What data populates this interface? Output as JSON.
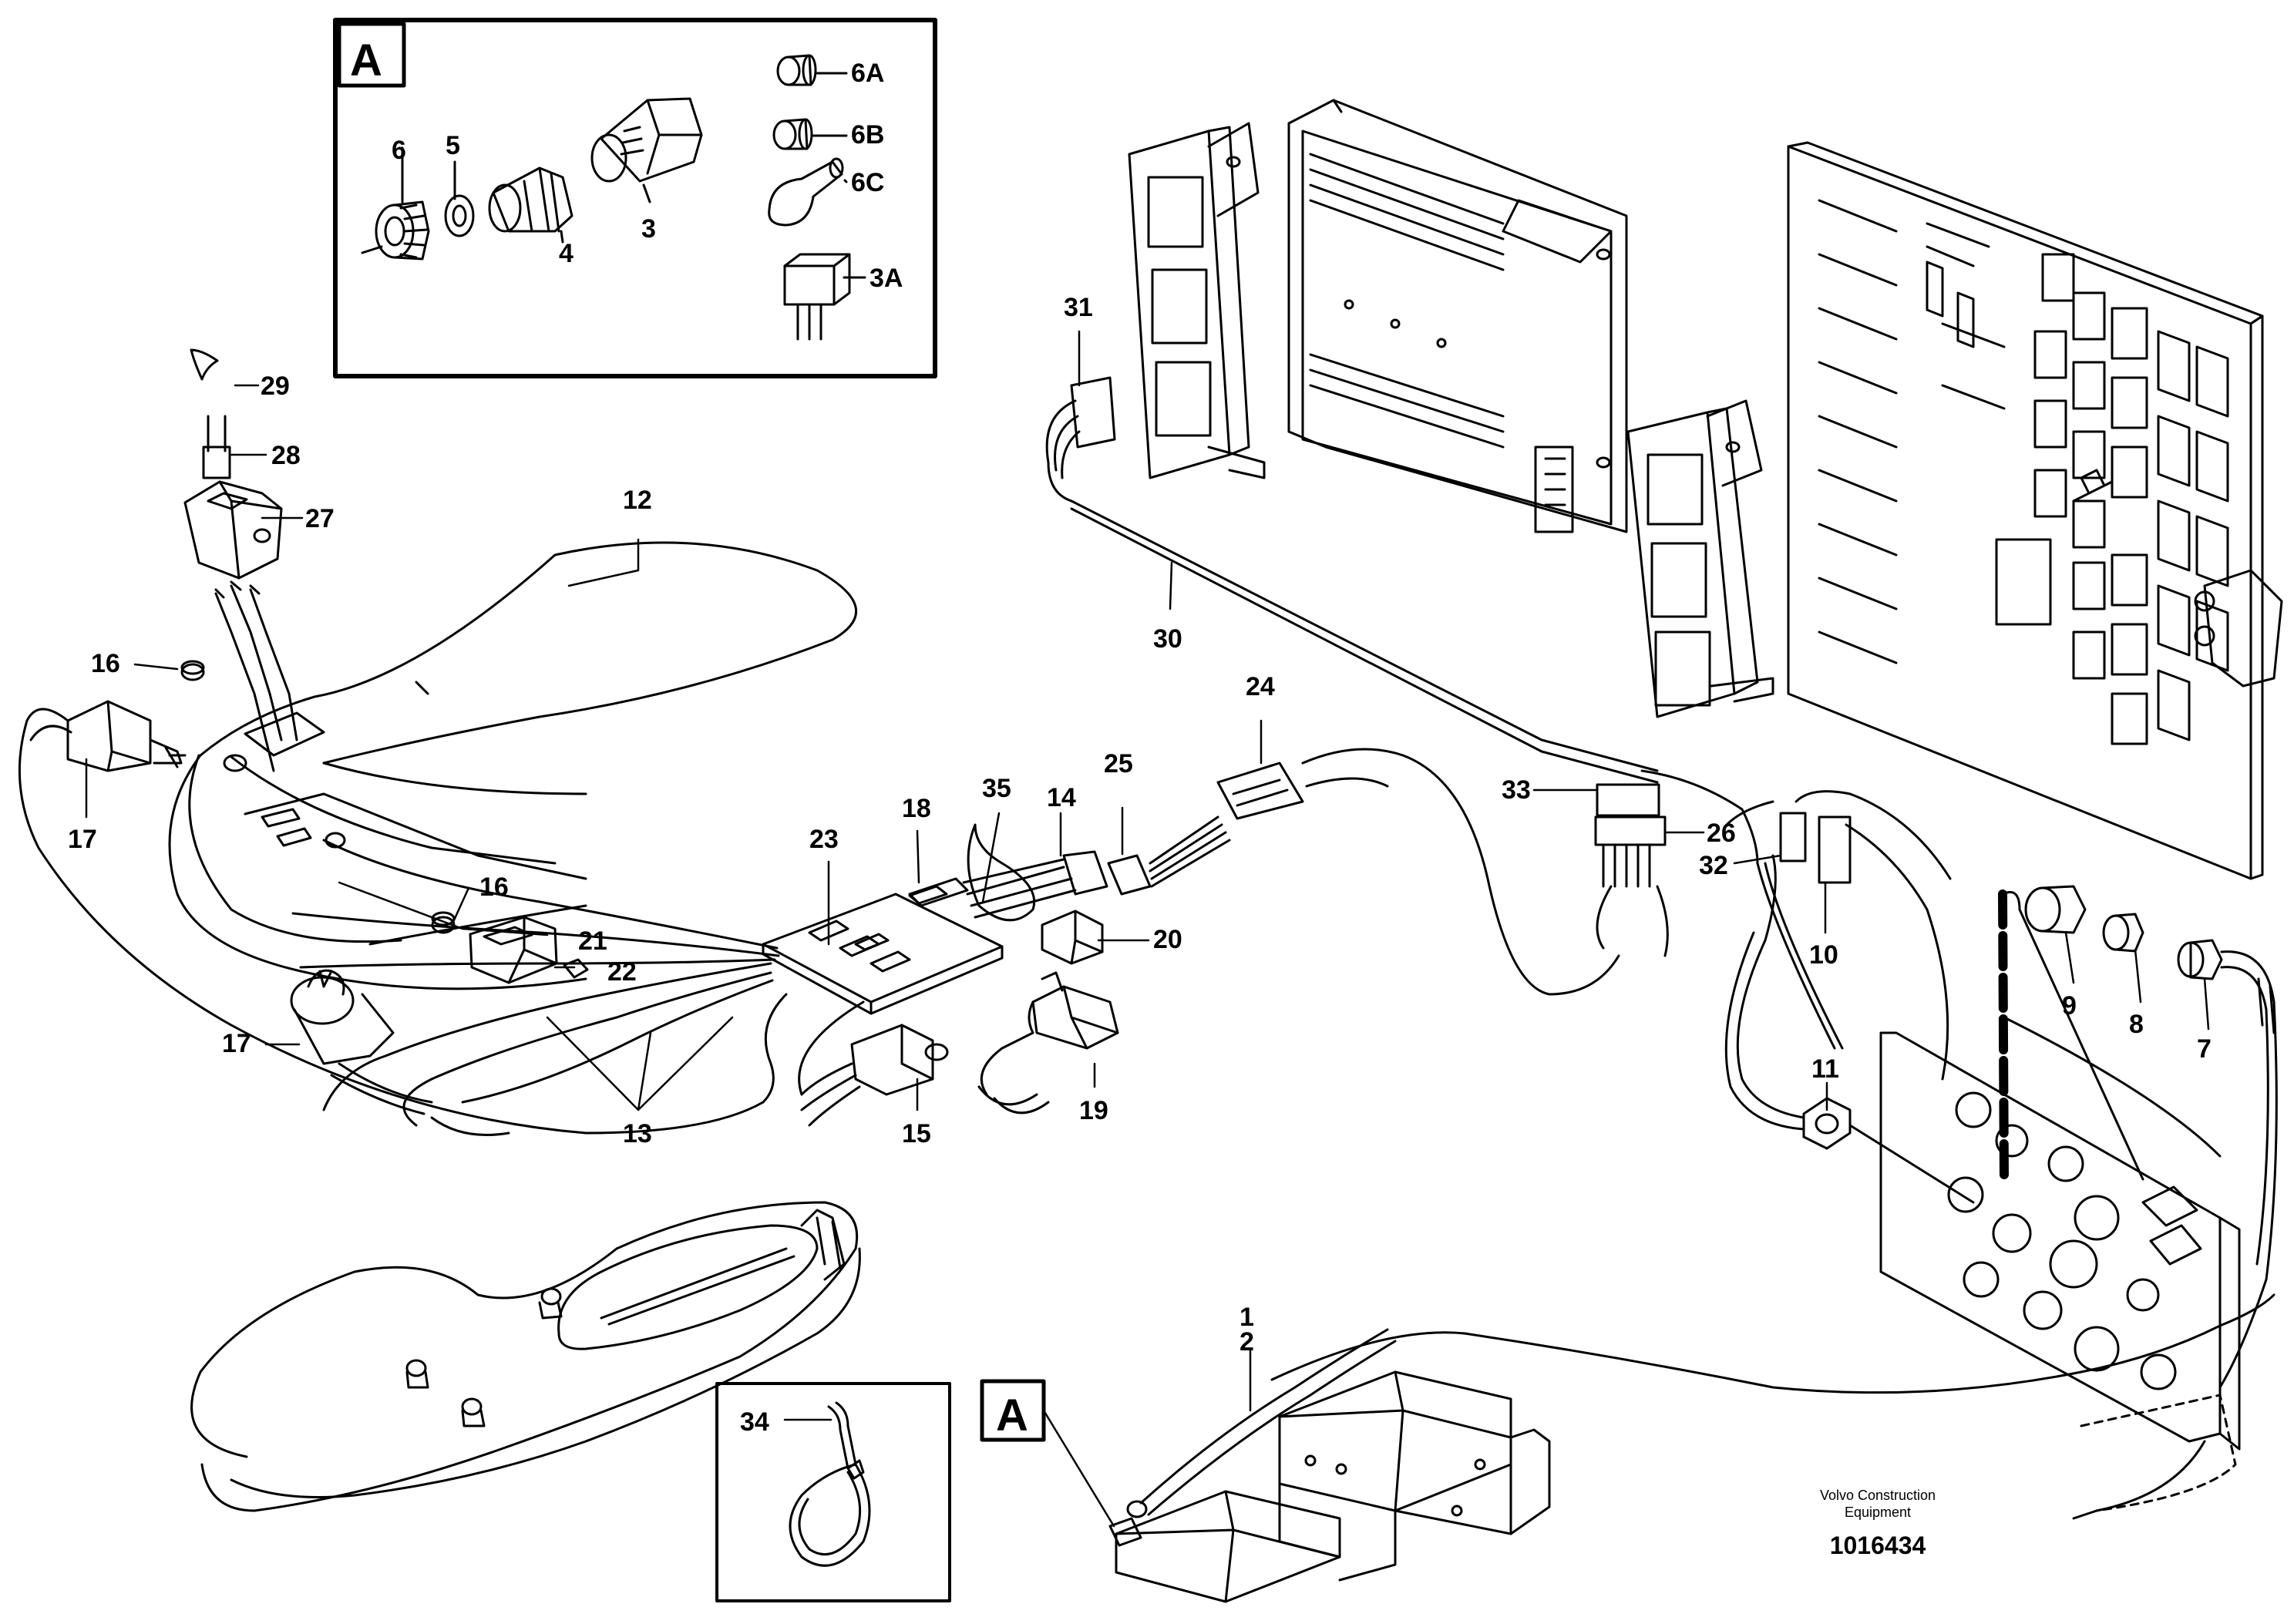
{
  "diagram": {
    "inset_label": "A",
    "reference_label": "A",
    "parts": [
      "1",
      "2",
      "3",
      "3A",
      "4",
      "5",
      "6",
      "6A",
      "6B",
      "6C",
      "7",
      "8",
      "9",
      "10",
      "11",
      "12",
      "13",
      "14",
      "15",
      "16",
      "16",
      "17",
      "17",
      "18",
      "19",
      "20",
      "21",
      "22",
      "23",
      "24",
      "25",
      "26",
      "27",
      "28",
      "29",
      "30",
      "31",
      "32",
      "33",
      "34",
      "35"
    ],
    "credit": {
      "line1": "Volvo Construction",
      "line2": "Equipment"
    },
    "drawing_number": "1016434"
  }
}
